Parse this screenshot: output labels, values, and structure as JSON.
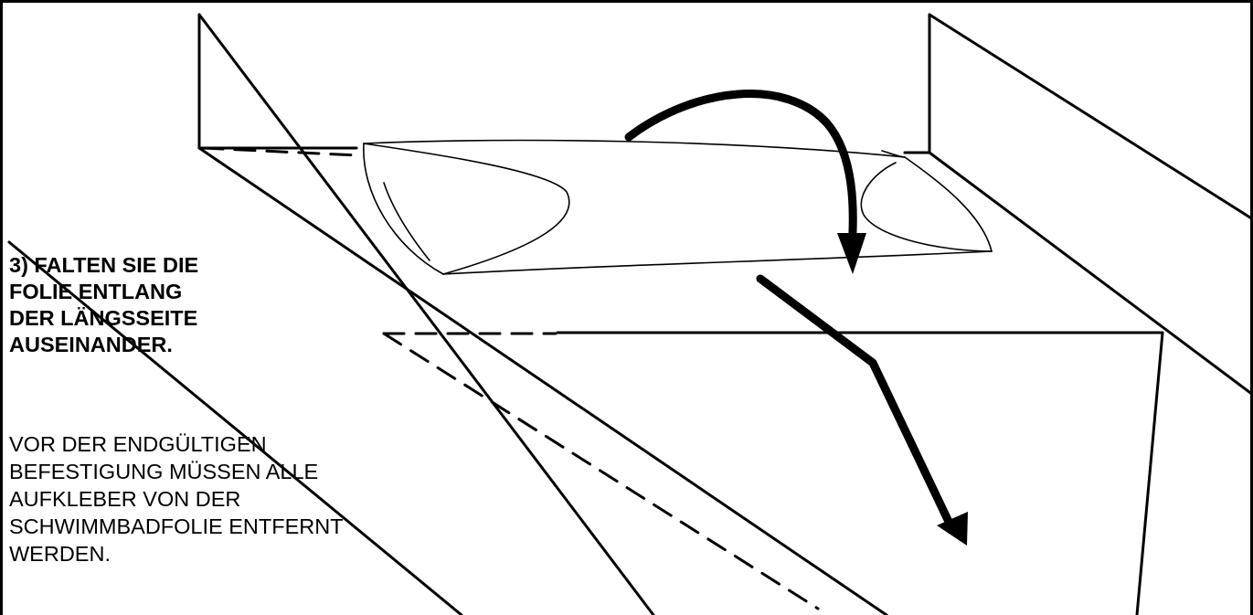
{
  "instruction": {
    "title_lines": [
      " 3) FALTEN SIE DIE",
      "FOLIE ENTLANG",
      "DER LÄNGSSEITE",
      "AUSEINANDER."
    ],
    "note_lines": [
      "VOR DER ENDGÜLTIGEN",
      "BEFESTIGUNG MÜSSEN ALLE",
      "AUFKLEBER VON DER",
      "SCHWIMMBADFOLIE ENTFERNT",
      "WERDEN."
    ]
  },
  "colors": {
    "ink": "#000000",
    "background": "#ffffff"
  }
}
